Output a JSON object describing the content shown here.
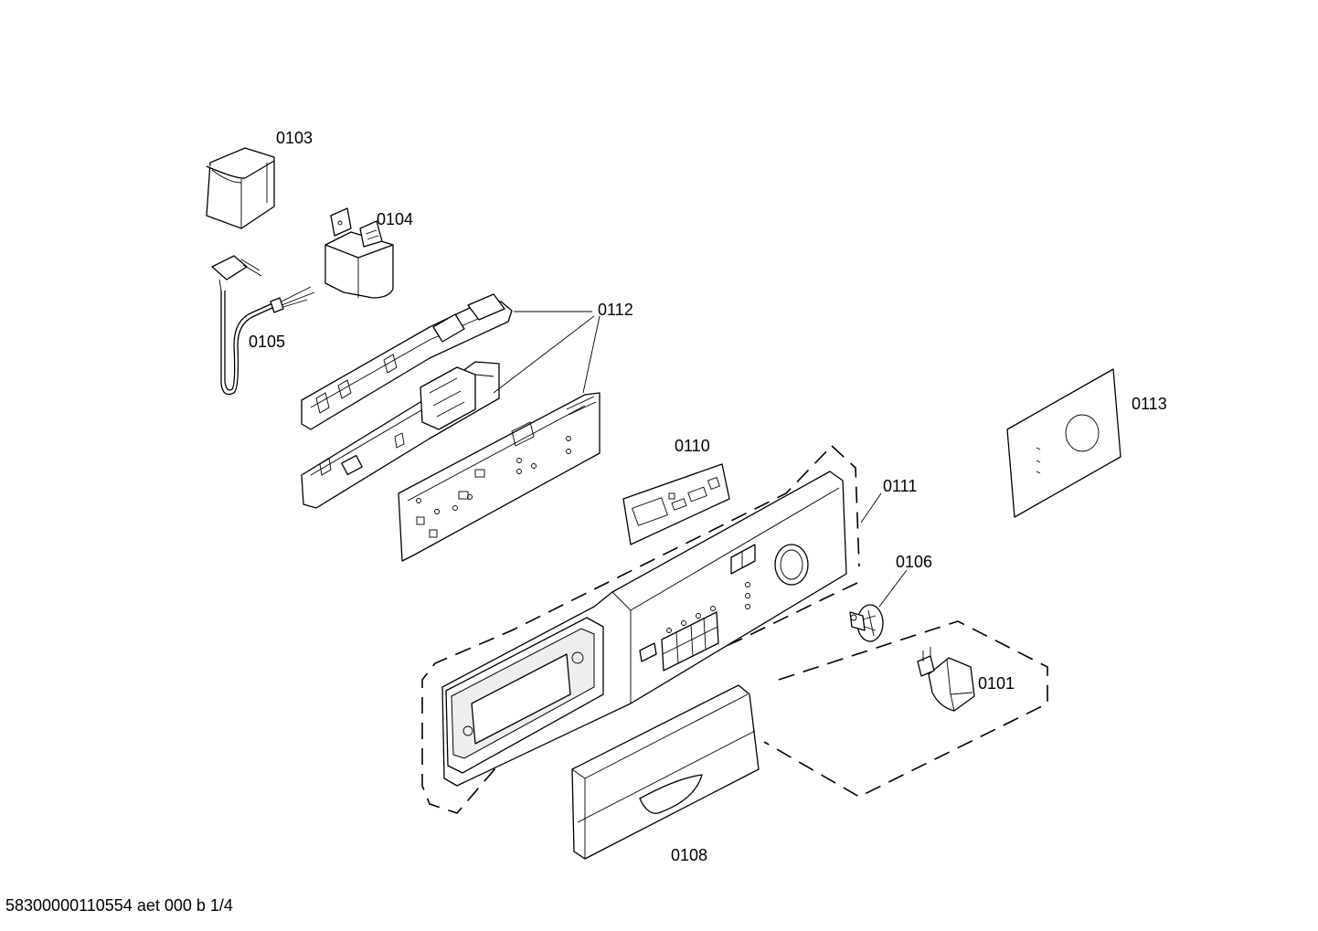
{
  "labels": {
    "p0103": "0103",
    "p0104": "0104",
    "p0105": "0105",
    "p0112": "0112",
    "p0113": "0113",
    "p0110": "0110",
    "p0111": "0111",
    "p0106": "0106",
    "p0101": "0101",
    "p0108": "0108"
  },
  "footer": {
    "document_id": "58300000110554 aet 000 b 1/4"
  }
}
